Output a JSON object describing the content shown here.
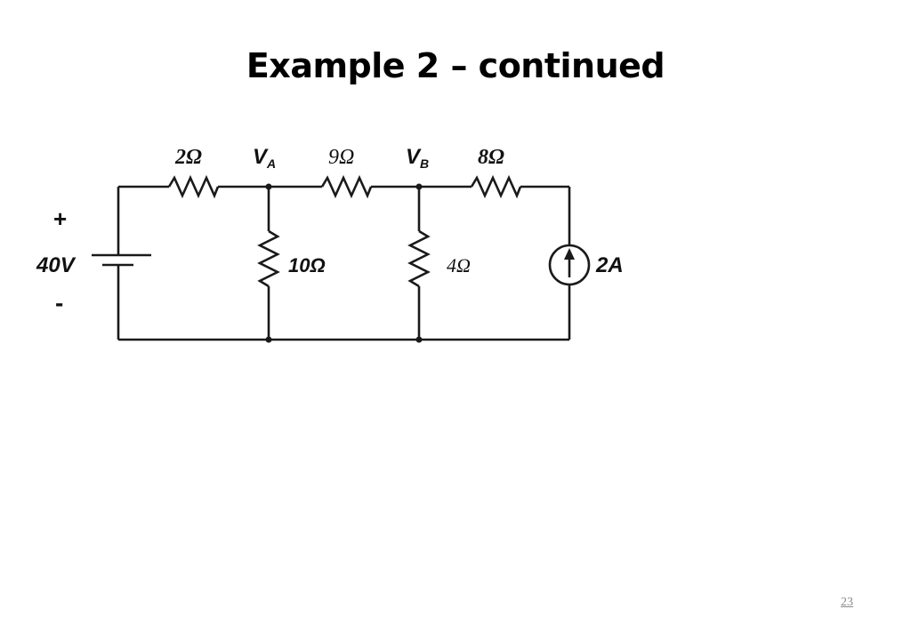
{
  "title": "Example 2 – continued",
  "page_number": "23",
  "circuit": {
    "source_voltage": "40V",
    "source_plus": "+",
    "source_minus": "-",
    "node_a": {
      "letter": "V",
      "subscript": "A"
    },
    "node_b": {
      "letter": "V",
      "subscript": "B"
    },
    "r_top_left": "2Ω",
    "r_top_mid": "9Ω",
    "r_top_right": "8Ω",
    "r_shunt_a": "10Ω",
    "r_shunt_b": "4Ω",
    "current_source": "2A"
  }
}
